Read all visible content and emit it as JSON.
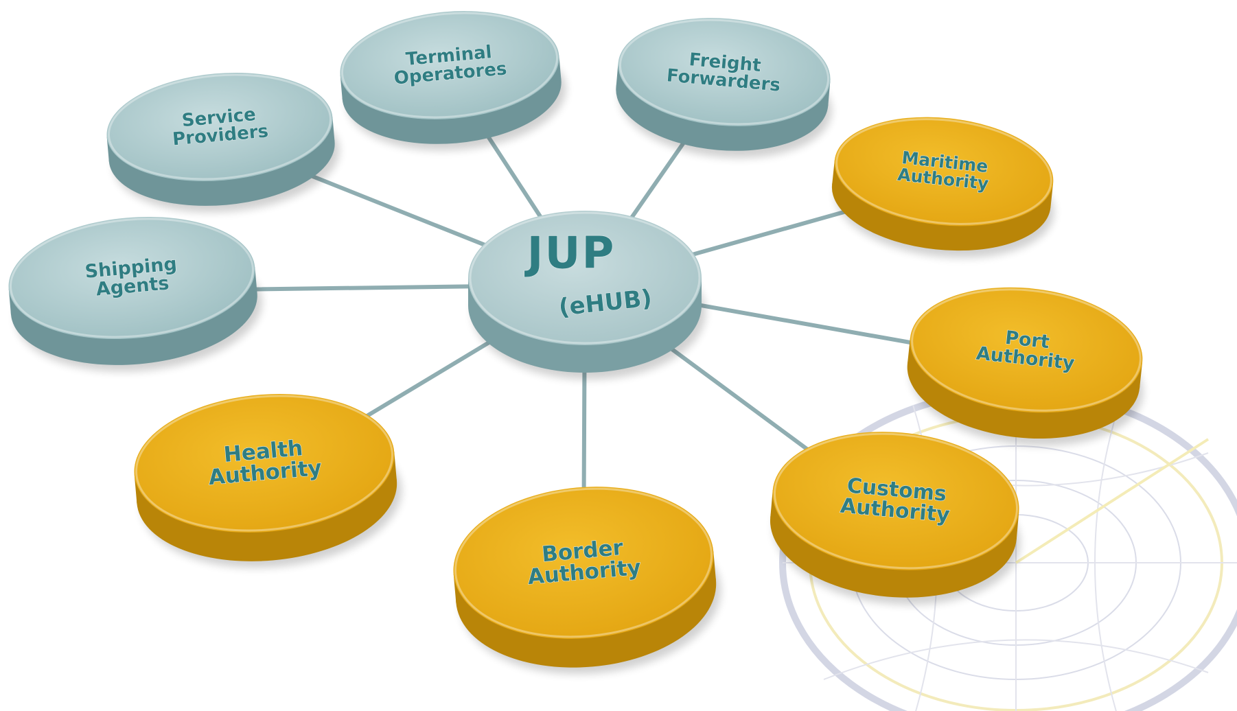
{
  "hub": {
    "title": "JUP",
    "subtitle": "(eHUB)"
  },
  "nodes": [
    {
      "id": "service-providers",
      "lines": [
        "Service",
        "Providers"
      ],
      "group": "private"
    },
    {
      "id": "terminal-operatores",
      "lines": [
        "Terminal",
        "Operatores"
      ],
      "group": "private"
    },
    {
      "id": "freight-forwarders",
      "lines": [
        "Freight",
        "Forwarders"
      ],
      "group": "private"
    },
    {
      "id": "shipping-agents",
      "lines": [
        "Shipping",
        "Agents"
      ],
      "group": "private"
    },
    {
      "id": "maritime-authority",
      "lines": [
        "Maritime",
        "Authority"
      ],
      "group": "authority"
    },
    {
      "id": "port-authority",
      "lines": [
        "Port",
        "Authority"
      ],
      "group": "authority"
    },
    {
      "id": "customs-authority",
      "lines": [
        "Customs",
        "Authority"
      ],
      "group": "authority"
    },
    {
      "id": "border-authority",
      "lines": [
        "Border",
        "Authority"
      ],
      "group": "authority"
    },
    {
      "id": "health-authority",
      "lines": [
        "Health",
        "Authority"
      ],
      "group": "authority"
    }
  ],
  "colors": {
    "private_top": "#aac8cb",
    "private_side": "#6f9599",
    "authority_top": "#e8ad17",
    "authority_side": "#b98508",
    "hub_top": "#b4d0d2",
    "hub_side": "#7a9fa3",
    "connector": "#8fadb1",
    "text": "#2f7d82",
    "watermark": "#c9cce0"
  }
}
